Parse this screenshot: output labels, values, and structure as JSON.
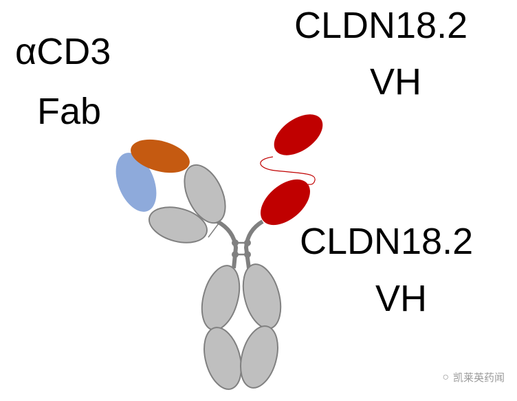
{
  "labels": {
    "fab_line1": "αCD3",
    "fab_line2": "Fab",
    "vh_top_line1": "CLDN18.2",
    "vh_top_line2": "VH",
    "vh_bottom_line1": "CLDN18.2",
    "vh_bottom_line2": "VH"
  },
  "watermark": "凯莱英药闻",
  "colors": {
    "vl_blue": "#8eaadb",
    "vh_orange": "#c55a11",
    "cldn_red": "#c00000",
    "constant_gray": "#bfbfbf",
    "outline_gray": "#808080"
  }
}
